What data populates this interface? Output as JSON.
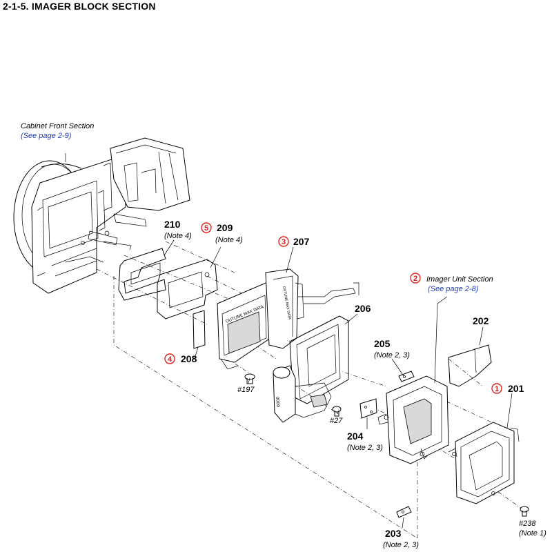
{
  "title": "2-1-5. IMAGER BLOCK SECTION",
  "cabinet_front": {
    "label": "Cabinet Front Section",
    "ref": "(See page 2-9)"
  },
  "imager_unit": {
    "label": "Imager Unit Section",
    "ref": "(See page 2-8)"
  },
  "parts": {
    "p201": {
      "num": "201",
      "circle": "1"
    },
    "p202": {
      "num": "202"
    },
    "p203": {
      "num": "203",
      "note": "(Note 2, 3)"
    },
    "p204": {
      "num": "204",
      "note": "(Note 2, 3)"
    },
    "p205": {
      "num": "205",
      "note": "(Note 2, 3)"
    },
    "p206": {
      "num": "206"
    },
    "p207": {
      "num": "207",
      "circle": "3"
    },
    "p208": {
      "num": "208",
      "circle": "4"
    },
    "p209": {
      "num": "209",
      "note": "(Note 4)",
      "circle": "5"
    },
    "p210": {
      "num": "210",
      "note": "(Note 4)"
    }
  },
  "imager_unit_circle": "2",
  "screws": {
    "s197": "#197",
    "s27": "#27",
    "s238": "#238",
    "s238_note": "(Note 1)"
  },
  "stamps": {
    "frame_text": "OUTLINE MAX DATA",
    "side_text": "OUTLINE MAX DATA",
    "tube_text": "0000"
  }
}
